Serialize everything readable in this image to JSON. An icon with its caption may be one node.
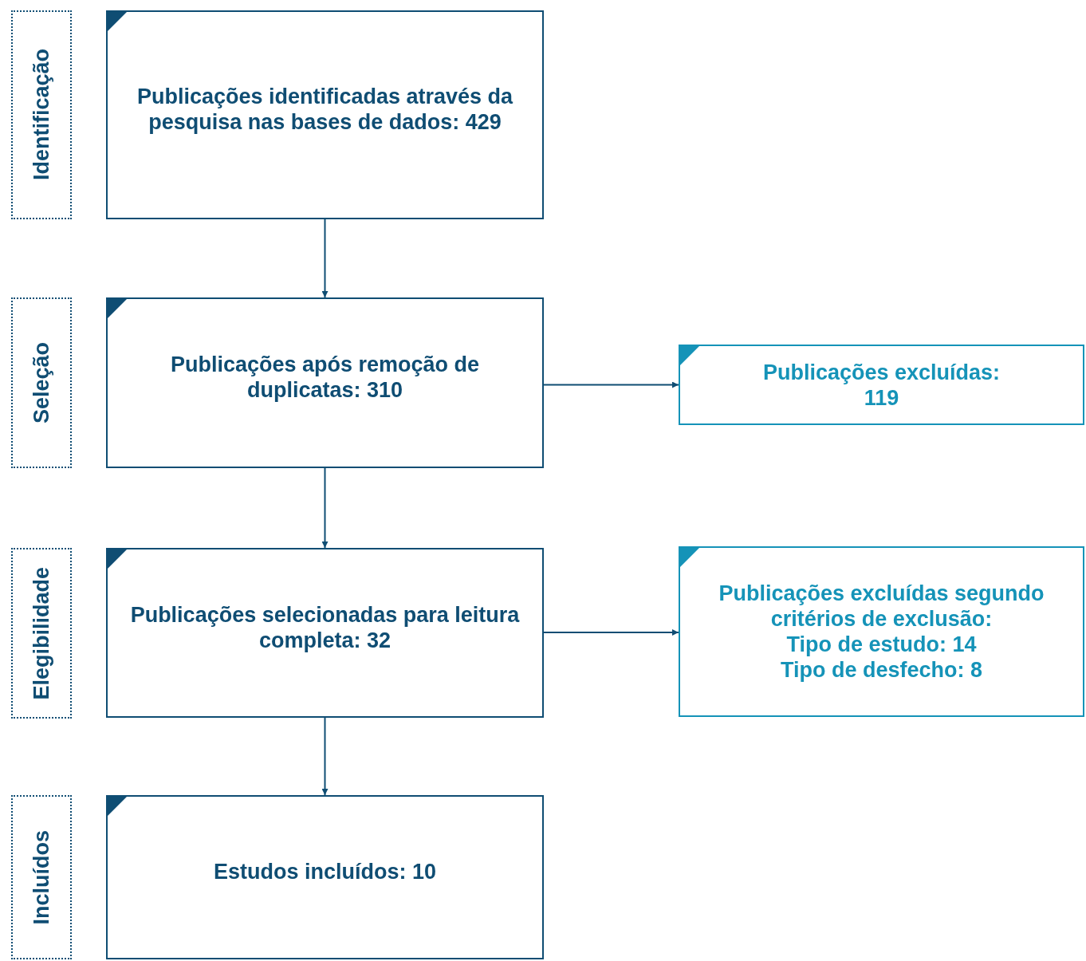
{
  "diagram": {
    "nodes": [
      {
        "text": [
          "Identificação"
        ]
      },
      {
        "text": [
          "Publicações identificadas através da pesquisa nas bases de dados: 429"
        ]
      },
      {
        "text": [
          "Seleção"
        ]
      },
      {
        "text": [
          "Publicações após remoção de duplicatas: 310"
        ]
      },
      {
        "text": [
          "Publicações excluídas:",
          "119"
        ]
      },
      {
        "text": [
          "Elegibilidade"
        ]
      },
      {
        "text": [
          "Publicações selecionadas para leitura completa: 32"
        ]
      },
      {
        "text": [
          "Publicações excluídas segundo critérios de exclusão:",
          "Tipo de estudo: 14",
          "Tipo de desfecho: 8"
        ]
      },
      {
        "text": [
          "Incluídos"
        ]
      },
      {
        "text": [
          "Estudos incluídos: 10"
        ]
      }
    ],
    "edges": [
      {
        "from": 1,
        "to": 3,
        "arrow": "to"
      },
      {
        "from": 3,
        "to": 4,
        "arrow": "to"
      },
      {
        "from": 3,
        "to": 6,
        "arrow": "to"
      },
      {
        "from": 6,
        "to": 7,
        "arrow": "to"
      },
      {
        "from": 6,
        "to": 9,
        "arrow": "to"
      }
    ]
  }
}
